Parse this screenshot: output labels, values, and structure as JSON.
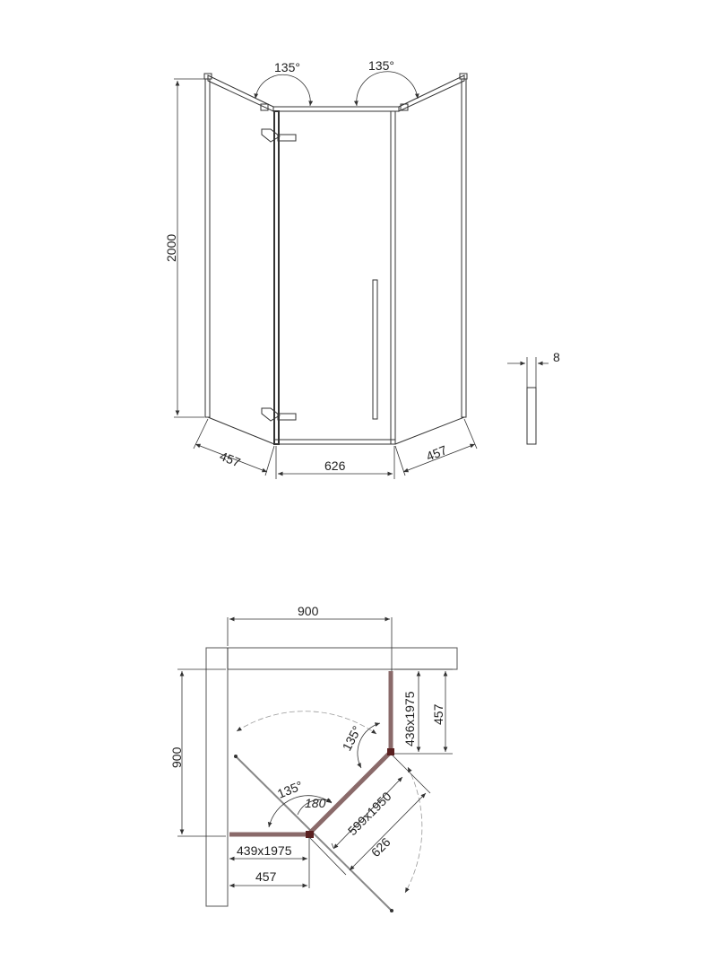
{
  "front_view": {
    "angle_left": "135°",
    "angle_right": "135°",
    "height": "2000",
    "width_left": "457",
    "width_door": "626",
    "width_right": "457",
    "glass_thickness": "8"
  },
  "top_view": {
    "width_top": "900",
    "depth_left": "900",
    "right_panel_size": "436x1975",
    "right_depth": "457",
    "angle_upper": "135°",
    "angle_lower": "135°",
    "angle_open": "180°",
    "door_size": "599x1950",
    "door_width": "626",
    "left_panel_size": "439x1975",
    "left_width": "457"
  }
}
